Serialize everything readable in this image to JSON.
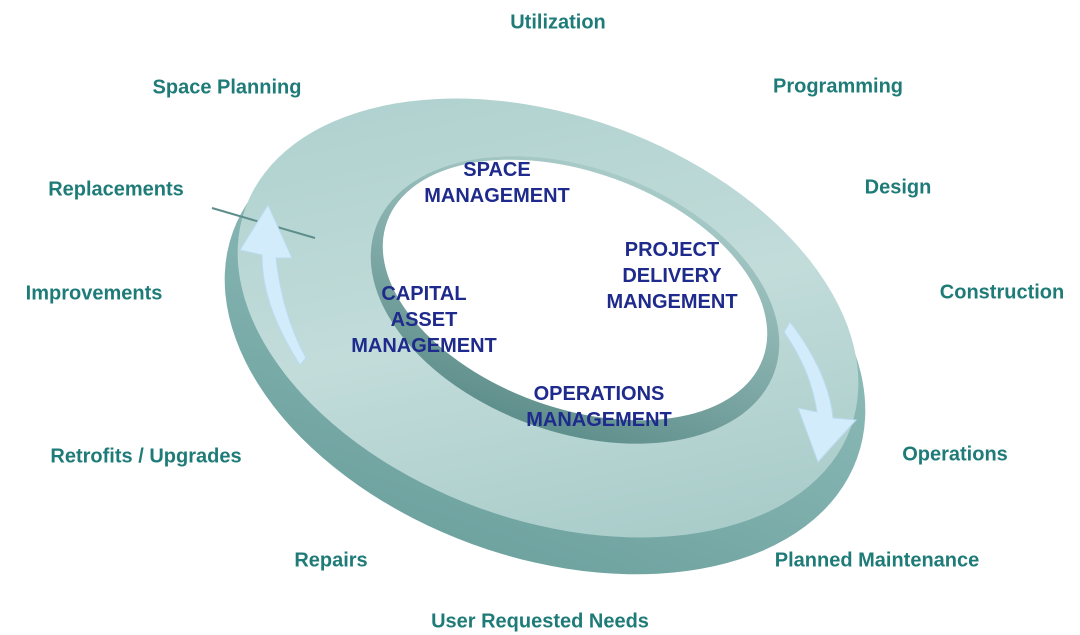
{
  "colors": {
    "outer_label": "#1e7b78",
    "inner_label": "#1e2a8c",
    "ring_top": "#b6d3d1",
    "ring_side": "#7fb0ad",
    "arrow": "#d3ecfb"
  },
  "outer_labels": {
    "utilization": "Utilization",
    "programming": "Programming",
    "design": "Design",
    "construction": "Construction",
    "operations": "Operations",
    "planned_maintenance": "Planned Maintenance",
    "user_requested_needs": "User Requested Needs",
    "repairs": "Repairs",
    "retrofits_upgrades": "Retrofits / Upgrades",
    "improvements": "Improvements",
    "replacements": "Replacements",
    "space_planning": "Space Planning"
  },
  "inner_labels": {
    "space_management": "SPACE\nMANAGEMENT",
    "project_delivery_management": "PROJECT\nDELIVERY\nMANGEMENT",
    "capital_asset_management": "CAPITAL\nASSET\nMANAGEMENT",
    "operations_management": "OPERATIONS\nMANAGEMENT"
  },
  "icons": {
    "left_arrow": "cycle-arrow-up-icon",
    "right_arrow": "cycle-arrow-down-icon"
  }
}
